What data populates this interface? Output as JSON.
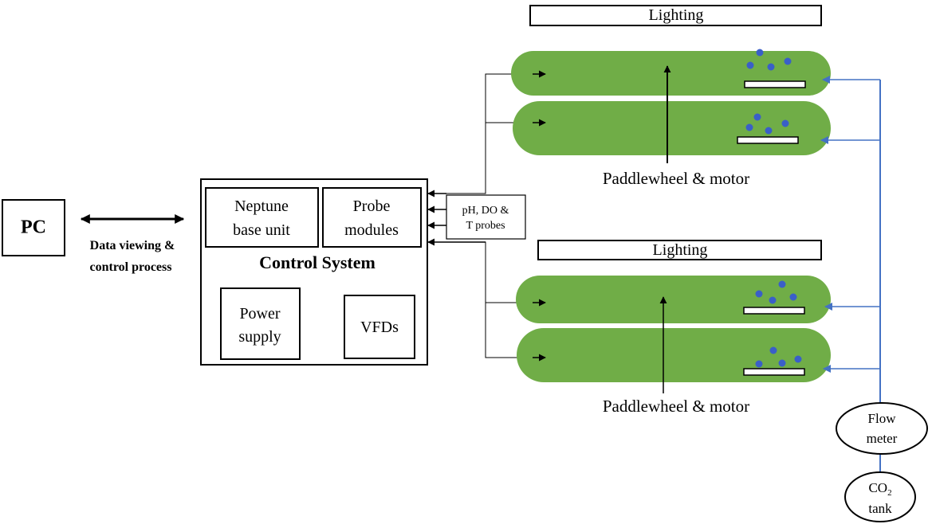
{
  "pc": {
    "label": "PC"
  },
  "link": {
    "line1": "Data viewing &",
    "line2": "control process"
  },
  "control_system": {
    "title": "Control System",
    "neptune": {
      "line1": "Neptune",
      "line2": "base unit"
    },
    "probe_modules": {
      "line1": "Probe",
      "line2": "modules"
    },
    "power_supply": {
      "line1": "Power",
      "line2": "supply"
    },
    "vfds": {
      "label": "VFDs"
    }
  },
  "probes": {
    "line1": "pH, DO &",
    "line2": "T probes"
  },
  "top_group": {
    "lighting": "Lighting",
    "paddlewheel": "Paddlewheel & motor"
  },
  "bottom_group": {
    "lighting": "Lighting",
    "paddlewheel": "Paddlewheel & motor"
  },
  "flow_meter": {
    "line1": "Flow",
    "line2": "meter"
  },
  "co2_tank": {
    "line1_base": "CO",
    "line1_sub": "2",
    "line2": "tank"
  },
  "colors": {
    "pond": "#70ad47",
    "co2_line": "#4472c4",
    "bubble": "#3a5fc8",
    "ink": "#000000"
  }
}
